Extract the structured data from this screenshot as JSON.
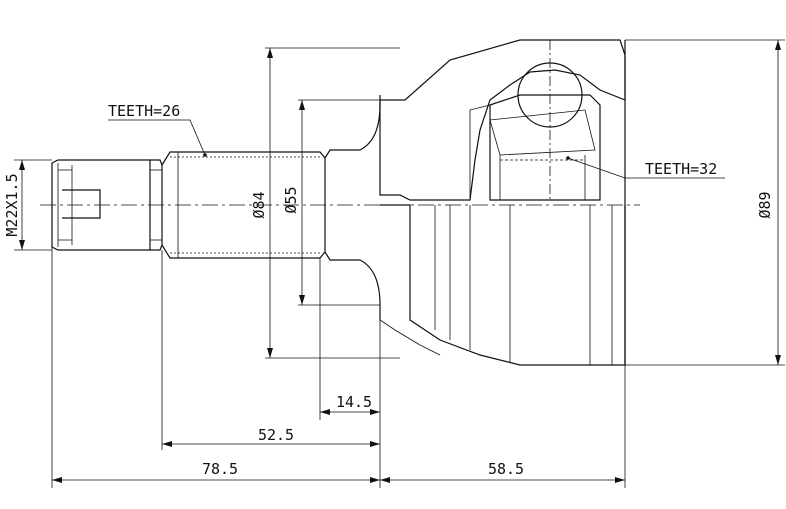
{
  "drawing": {
    "thread_label": "M22X1.5",
    "outer_teeth_label": "TEETH=26",
    "inner_teeth_label": "TEETH=32",
    "dia_84": "Ø84",
    "dia_55": "Ø55",
    "dia_89": "Ø89",
    "dim_14_5": "14.5",
    "dim_52_5": "52.5",
    "dim_78_5": "78.5",
    "dim_58_5": "58.5"
  }
}
